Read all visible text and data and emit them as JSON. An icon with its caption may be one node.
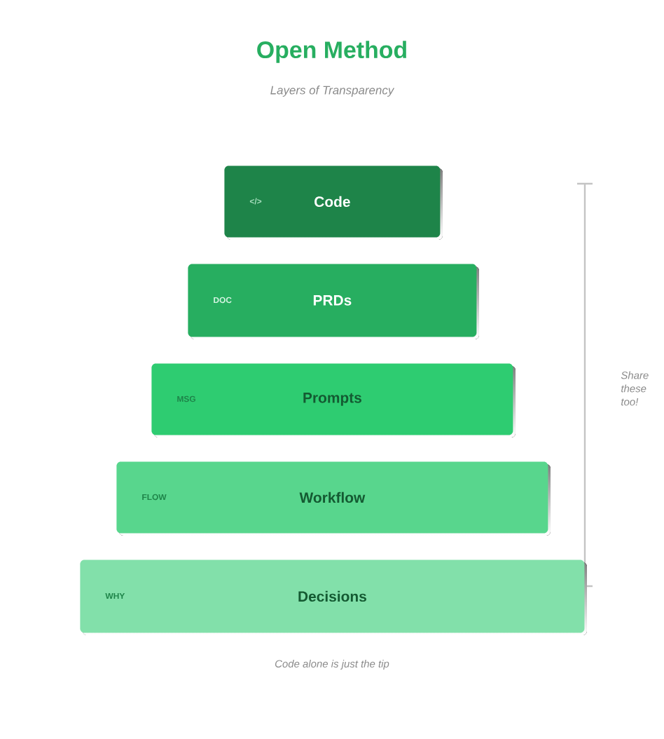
{
  "diagram": {
    "title": "Open Method",
    "nodes": [
      {
        "text": [
          "</>",
          "Code"
        ]
      },
      {
        "text": [
          "DOC",
          "PRDs"
        ]
      },
      {
        "text": [
          "MSG",
          "Prompts"
        ]
      },
      {
        "text": [
          "FLOW",
          "Workflow"
        ]
      },
      {
        "text": [
          "WHY",
          "Decisions"
        ]
      }
    ],
    "labels": [
      "Layers of Transparency",
      "Share these too!"
    ],
    "caption": "Code alone is just the tip"
  }
}
